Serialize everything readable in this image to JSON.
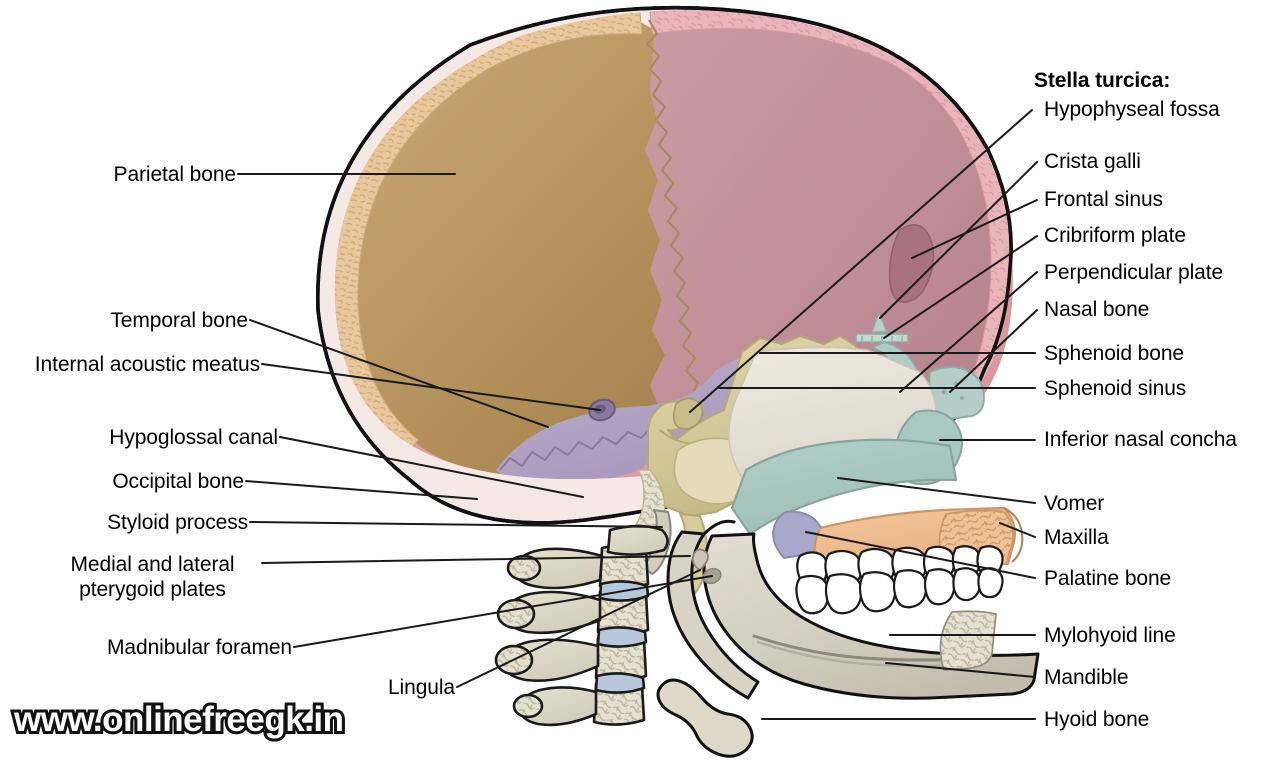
{
  "figure": {
    "subject": "Sagittal section of the human skull",
    "watermark": "www.onlinefreegk.in"
  },
  "labels_left": [
    {
      "id": "parietal-bone",
      "text": "Parietal bone"
    },
    {
      "id": "temporal-bone",
      "text": "Temporal bone"
    },
    {
      "id": "internal-acoustic-meatus",
      "text": "Internal acoustic meatus"
    },
    {
      "id": "hypoglossal-canal",
      "text": "Hypoglossal canal"
    },
    {
      "id": "occipital-bone",
      "text": "Occipital bone"
    },
    {
      "id": "styloid-process",
      "text": "Styloid process"
    },
    {
      "id": "pterygoid-plates",
      "text": "Medial and lateral pterygoid plates"
    },
    {
      "id": "mandibular-foramen",
      "text": "Madnibular foramen"
    },
    {
      "id": "lingula",
      "text": "Lingula"
    }
  ],
  "labels_right": [
    {
      "id": "sella-turcica-header",
      "text": "Stella turcica:"
    },
    {
      "id": "hypophyseal-fossa",
      "text": "Hypophyseal fossa"
    },
    {
      "id": "crista-galli",
      "text": "Crista galli"
    },
    {
      "id": "frontal-sinus",
      "text": "Frontal sinus"
    },
    {
      "id": "cribriform-plate",
      "text": "Cribriform plate"
    },
    {
      "id": "perpendicular-plate",
      "text": "Perpendicular plate"
    },
    {
      "id": "nasal-bone",
      "text": "Nasal bone"
    },
    {
      "id": "sphenoid-bone",
      "text": "Sphenoid bone"
    },
    {
      "id": "sphenoid-sinus",
      "text": "Sphenoid sinus"
    },
    {
      "id": "inferior-nasal-concha",
      "text": "Inferior nasal concha"
    },
    {
      "id": "vomer",
      "text": "Vomer"
    },
    {
      "id": "maxilla",
      "text": "Maxilla"
    },
    {
      "id": "palatine-bone",
      "text": "Palatine bone"
    },
    {
      "id": "mylohyoid-line",
      "text": "Mylohyoid line"
    },
    {
      "id": "mandible",
      "text": "Mandible"
    },
    {
      "id": "hyoid-bone",
      "text": "Hyoid bone"
    }
  ],
  "colors": {
    "parietal_inner": "#b8955f",
    "parietal_diploe": "#e9c79c",
    "frontal_inner": "#c4959d",
    "frontal_diploe": "#eab4bb",
    "occipital": "#e3a2aa",
    "occipital_diploe": "#f0b9c0",
    "temporal": "#b3a4c3",
    "sphenoid": "#d9cfa2",
    "ethmoid_vomer": "#a9c8c1",
    "maxilla": "#f0bd8e",
    "palatine": "#a7a8ca",
    "mandible": "#d6d0c2",
    "teeth": "#ffffff",
    "vertebra": "#ded8c8",
    "disc": "#b7c8dd",
    "outline": "#111111",
    "leader": "#1a1a1a"
  }
}
